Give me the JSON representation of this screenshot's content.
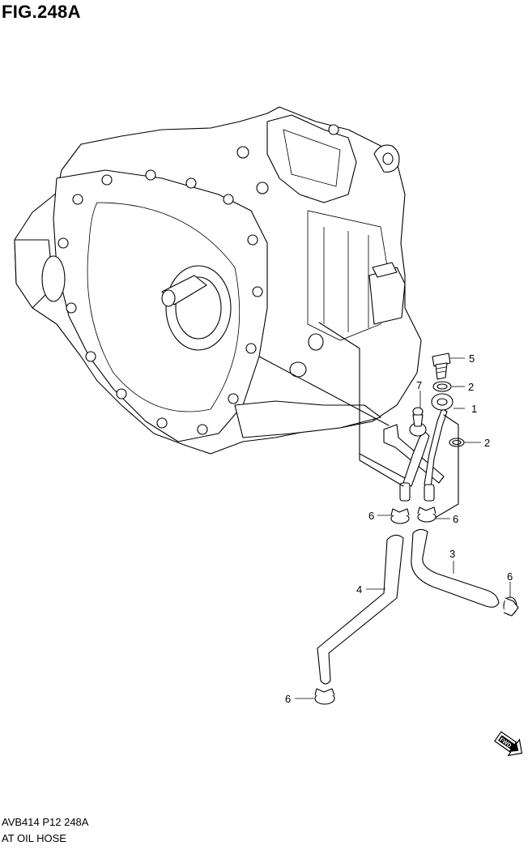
{
  "figure": {
    "title": "FIG.248A",
    "code": "AVB414 P12 248A",
    "name": "AT OIL HOSE"
  },
  "callouts": [
    "5",
    "7",
    "2",
    "1",
    "2",
    "6",
    "6",
    "3",
    "6",
    "4",
    "6"
  ],
  "fwd_badge": "FWD"
}
